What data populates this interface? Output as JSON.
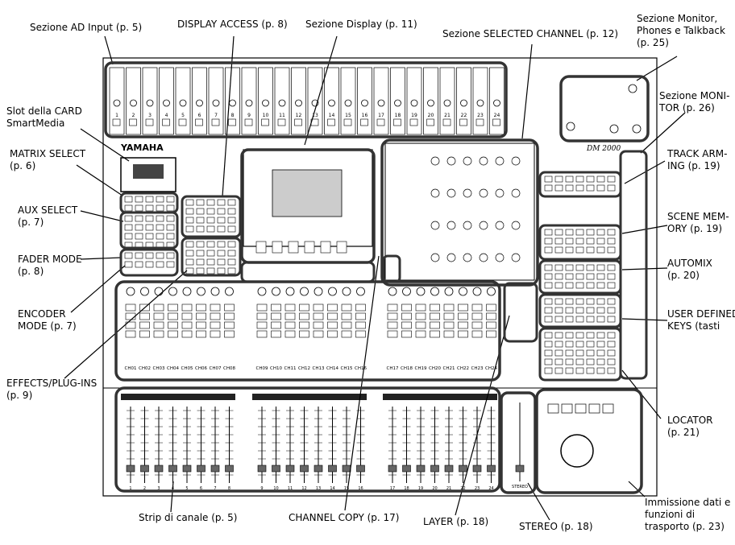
{
  "labels": {
    "ad_input": "Sezione AD Input (p. 5)",
    "display_access": "DISPLAY ACCESS (p. 8)",
    "display_section": "Sezione Display (p. 11)",
    "selected_channel": "Sezione SELECTED CHANNEL (p. 12)",
    "monitor_phones_1": "Sezione Monitor,",
    "monitor_phones_2": "Phones e Talkback",
    "monitor_phones_3": "(p. 25)",
    "card_slot_1": "Slot della CARD",
    "card_slot_2": "SmartMedia",
    "monitor_1": "Sezione MONI-",
    "monitor_2": "TOR (p. 26)",
    "matrix_select_1": "MATRIX SELECT",
    "matrix_select_2": "(p. 6)",
    "track_arming_1": "TRACK ARM-",
    "track_arming_2": "ING (p. 19)",
    "aux_select_1": "AUX SELECT",
    "aux_select_2": "(p. 7)",
    "scene_memory_1": "SCENE MEM-",
    "scene_memory_2": "ORY (p. 19)",
    "fader_mode_1": "FADER MODE",
    "fader_mode_2": "(p. 8)",
    "automix_1": "AUTOMIX",
    "automix_2": "(p. 20)",
    "encoder_mode_1": "ENCODER",
    "encoder_mode_2": "MODE (p. 7)",
    "user_defined_1": "USER DEFINED",
    "user_defined_2": "KEYS (tasti",
    "effects_1": "EFFECTS/PLUG-INS",
    "effects_2": "(p. 9)",
    "locator_1": "LOCATOR",
    "locator_2": "(p. 21)",
    "channel_strip": "Strip di canale (p. 5)",
    "channel_copy": "CHANNEL COPY (p. 17)",
    "layer": "LAYER (p. 18)",
    "stereo": "STEREO (p. 18)",
    "data_entry_1": "Immissione dati e",
    "data_entry_2": "funzioni di",
    "data_entry_3": "trasporto (p. 23)"
  },
  "console": {
    "brand": "YAMAHA",
    "model": "DM 2000",
    "channels_a": [
      "CH01",
      "CH02",
      "CH03",
      "CH04",
      "CH05",
      "CH06",
      "CH07",
      "CH08"
    ],
    "channels_b": [
      "CH09",
      "CH10",
      "CH11",
      "CH12",
      "CH13",
      "CH14",
      "CH15",
      "CH16"
    ],
    "channels_c": [
      "CH17",
      "CH18",
      "CH19",
      "CH20",
      "CH21",
      "CH22",
      "CH23",
      "CH24"
    ],
    "input_numbers": [
      "1",
      "2",
      "3",
      "4",
      "5",
      "6",
      "7",
      "8",
      "9",
      "10",
      "11",
      "12",
      "13",
      "14",
      "15",
      "16",
      "17",
      "18",
      "19",
      "20",
      "21",
      "22",
      "23",
      "24"
    ],
    "stereo_label": "STEREO"
  }
}
